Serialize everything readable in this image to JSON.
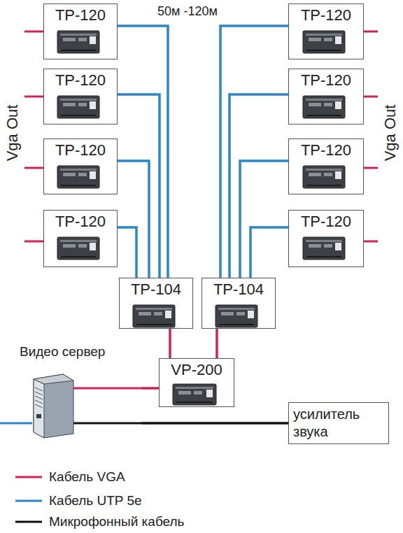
{
  "diagram": {
    "nodes": [
      {
        "text": [
          "TP-120"
        ]
      },
      {
        "text": [
          "TP-120"
        ]
      },
      {
        "text": [
          "TP-120"
        ]
      },
      {
        "text": [
          "TP-120"
        ]
      },
      {
        "text": [
          "TP-120"
        ]
      },
      {
        "text": [
          "TP-120"
        ]
      },
      {
        "text": [
          "TP-120"
        ]
      },
      {
        "text": [
          "TP-120"
        ]
      },
      {
        "text": [
          "TP-104"
        ]
      },
      {
        "text": [
          "TP-104"
        ]
      },
      {
        "text": [
          "Видео сервер"
        ]
      },
      {
        "text": [
          "VP-200"
        ]
      },
      {
        "text": [
          "усилитель звука"
        ]
      }
    ],
    "edges": [
      {
        "from": 0,
        "to": 8,
        "arrow": "none"
      },
      {
        "from": 2,
        "to": 8,
        "arrow": "none"
      },
      {
        "from": 4,
        "to": 8,
        "arrow": "none"
      },
      {
        "from": 6,
        "to": 8,
        "arrow": "none"
      },
      {
        "from": 1,
        "to": 9,
        "arrow": "none"
      },
      {
        "from": 3,
        "to": 9,
        "arrow": "none"
      },
      {
        "from": 5,
        "to": 9,
        "arrow": "none"
      },
      {
        "from": 7,
        "to": 9,
        "arrow": "none"
      },
      {
        "from": 8,
        "to": 11,
        "arrow": "none"
      },
      {
        "from": 9,
        "to": 11,
        "arrow": "none"
      },
      {
        "from": 10,
        "to": 11,
        "arrow": "none"
      },
      {
        "from": 10,
        "to": 12,
        "arrow": "none"
      }
    ],
    "labels": [
      "50м -120м",
      "Vga Out",
      "Vga Out"
    ],
    "legend": [
      {
        "text": "Кабель VGA"
      },
      {
        "text": "Кабель UTP 5е"
      },
      {
        "text": "Микрофонный кабель"
      }
    ]
  }
}
